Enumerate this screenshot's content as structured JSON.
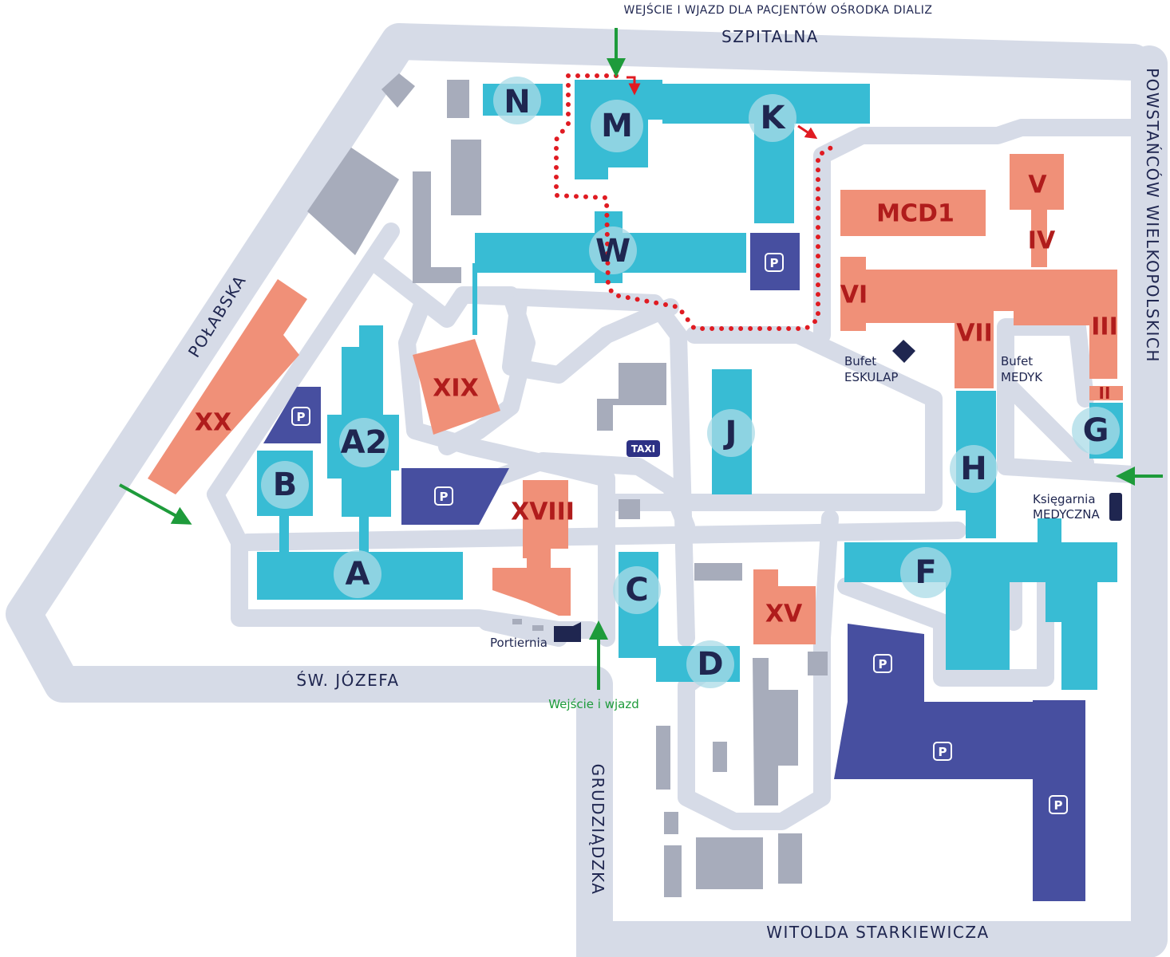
{
  "map": {
    "streets": {
      "szpitalna": "SZPITALNA",
      "powstancow": "POWSTAŃCÓW WIELKOPOLSKICH",
      "polabska": "POŁABSKA",
      "jozefa": "ŚW. JÓZEFA",
      "grudziadzka": "GRUDZIĄDZKA",
      "starkiewicza": "WITOLDA STARKIEWICZA"
    },
    "entrances": {
      "dialysis": "WEJŚCIE I WJAZD DLA PACJENTÓW OŚRODKA DIALIZ",
      "main": "Wejście i wjazd"
    },
    "buildings": {
      "N": "N",
      "M": "M",
      "K": "K",
      "W": "W",
      "A2": "A2",
      "B": "B",
      "A": "A",
      "C": "C",
      "D": "D",
      "J": "J",
      "H": "H",
      "G": "G",
      "F": "F",
      "XX": "XX",
      "XIX": "XIX",
      "XVIII": "XVIII",
      "XV": "XV",
      "MCD1": "MCD1",
      "V": "V",
      "IV": "IV",
      "VI": "VI",
      "VII": "VII",
      "III": "III",
      "II": "II"
    },
    "amenities": {
      "bufet_eskulap_1": "Bufet",
      "bufet_eskulap_2": "ESKULAP",
      "bufet_medyk_1": "Bufet",
      "bufet_medyk_2": "MEDYK",
      "ksiegarnia_1": "Księgarnia",
      "ksiegarnia_2": "MEDYCZNA",
      "portiernia": "Portiernia",
      "taxi": "TAXI",
      "parking": "P"
    },
    "colors": {
      "road": "#d6dbe7",
      "numbered_building": "#38bcd4",
      "roman_building": "#f09078",
      "roman_label": "#b01c1c",
      "parking": "#474fa0",
      "other_building": "#a7acbb",
      "route": "#e01b22",
      "entrance_arrow": "#1e9b3b"
    }
  }
}
